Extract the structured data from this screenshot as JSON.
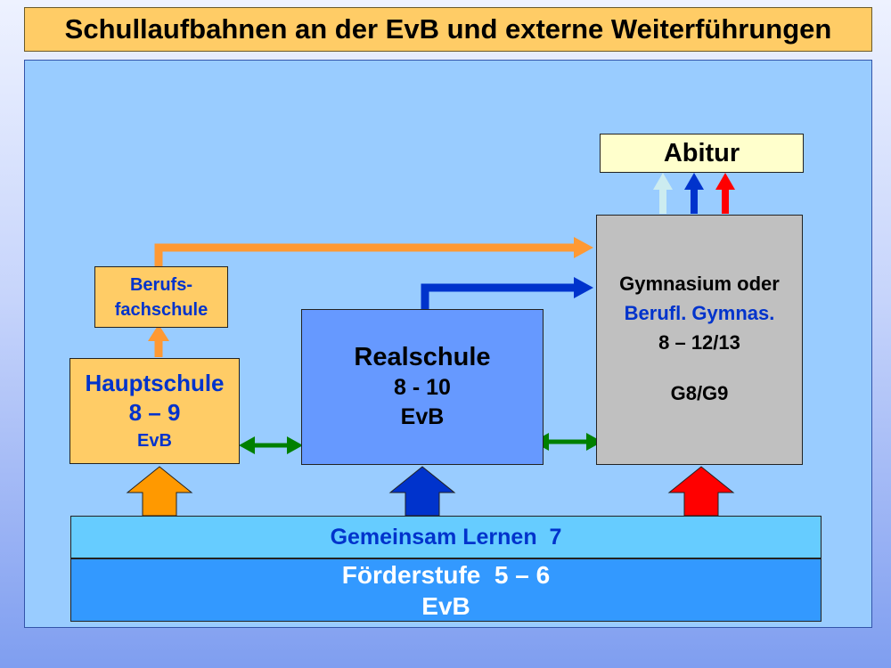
{
  "title": "Schullaufbahnen an der EvB und externe Weiterführungen",
  "abitur": "Abitur",
  "berufsfachschule": {
    "line1": "Berufs-",
    "line2": "fachschule"
  },
  "hauptschule": {
    "name": "Hauptschule",
    "grades": "8 – 9",
    "location": "EvB"
  },
  "realschule": {
    "name": "Realschule",
    "grades": "8 - 10",
    "location": "EvB"
  },
  "gymnasium": {
    "line1": "Gymnasium oder",
    "line2": "Berufl. Gymnas.",
    "grades": "8 – 12/13",
    "variant": "G8/G9"
  },
  "gemeinsam_lernen": "Gemeinsam Lernen  7",
  "foerderstufe": {
    "name": "Förderstufe  5 – 6",
    "location": "EvB"
  },
  "colors": {
    "title_bg": "#ffcc66",
    "panel_bg": "#99ccff",
    "orange_arrow": "#ff9933",
    "blue_arrow": "#0033cc",
    "red_arrow": "#ff0000",
    "lightblue_arrow": "#ccecf0",
    "green_arrow": "#008000"
  }
}
